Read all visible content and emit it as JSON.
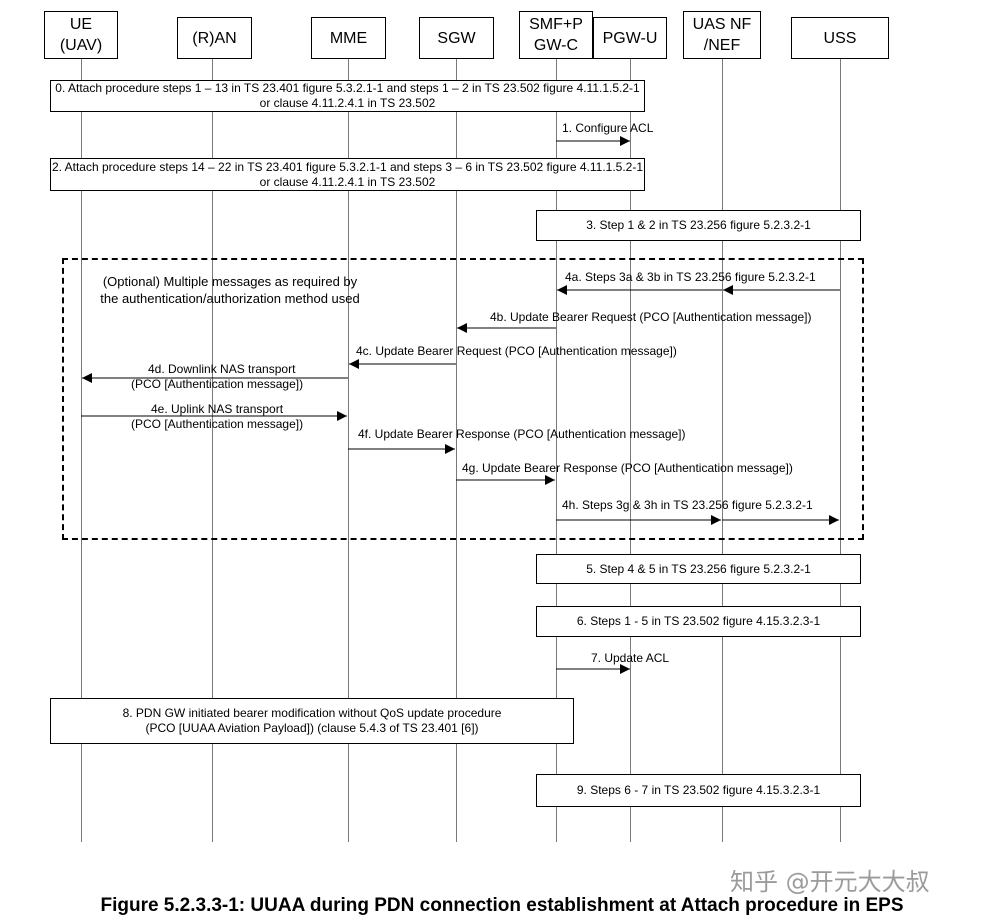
{
  "participants": [
    {
      "id": "ue",
      "lines": [
        "UE",
        "(UAV)"
      ]
    },
    {
      "id": "ran",
      "lines": [
        "(R)AN"
      ]
    },
    {
      "id": "mme",
      "lines": [
        "MME"
      ]
    },
    {
      "id": "sgw",
      "lines": [
        "SGW"
      ]
    },
    {
      "id": "smf",
      "lines": [
        "SMF+P",
        "GW-C"
      ]
    },
    {
      "id": "pgwu",
      "lines": [
        "PGW-U"
      ]
    },
    {
      "id": "uas",
      "lines": [
        "UAS NF",
        "/NEF"
      ]
    },
    {
      "id": "uss",
      "lines": [
        "USS"
      ]
    }
  ],
  "steps": {
    "s0": {
      "line1": "0. Attach procedure steps 1 – 13 in TS 23.401 figure 5.3.2.1-1 and steps 1 – 2 in TS 23.502 figure 4.11.1.5.2-1",
      "line2": "or clause 4.11.2.4.1 in TS 23.502"
    },
    "s1": {
      "text": "1. Configure ACL"
    },
    "s2": {
      "line1": "2. Attach procedure steps 14 – 22 in TS 23.401 figure 5.3.2.1-1 and steps 3 – 6 in TS 23.502 figure 4.11.1.5.2-1",
      "line2": "or clause 4.11.2.4.1 in TS 23.502"
    },
    "s3": {
      "text": "3. Step 1 & 2 in TS 23.256 figure 5.2.3.2-1"
    },
    "optional": {
      "line1": "(Optional) Multiple messages as required by",
      "line2": "the authentication/authorization method used"
    },
    "s4a": {
      "text": "4a. Steps 3a & 3b in TS 23.256 figure 5.2.3.2-1"
    },
    "s4b": {
      "text": "4b. Update Bearer Request  (PCO [Authentication message])"
    },
    "s4c": {
      "text": "4c. Update Bearer Request (PCO [Authentication message])"
    },
    "s4d": {
      "line1": "4d. Downlink NAS transport",
      "line2": "(PCO [Authentication message])"
    },
    "s4e": {
      "line1": "4e. Uplink NAS transport",
      "line2": "(PCO [Authentication message])"
    },
    "s4f": {
      "text": "4f. Update Bearer Response (PCO [Authentication message])"
    },
    "s4g": {
      "text": "4g. Update Bearer Response (PCO [Authentication message])"
    },
    "s4h": {
      "text": "4h. Steps 3g & 3h in TS 23.256 figure 5.2.3.2-1"
    },
    "s5": {
      "text": "5. Step 4 & 5 in TS 23.256 figure 5.2.3.2-1"
    },
    "s6": {
      "text": "6. Steps 1 - 5 in TS 23.502 figure 4.15.3.2.3-1"
    },
    "s7": {
      "text": "7. Update ACL"
    },
    "s8": {
      "line1": "8. PDN GW initiated bearer modification without QoS update procedure",
      "line2": "(PCO [UUAA Aviation Payload])  (clause 5.4.3 of TS 23.401 [6])"
    },
    "s9": {
      "text": "9. Steps 6 - 7 in TS 23.502 figure 4.15.3.2.3-1"
    }
  },
  "caption": "Figure 5.2.3.3-1: UUAA during PDN connection establishment at Attach procedure in EPS",
  "watermark": "知乎 @开元大大叔"
}
